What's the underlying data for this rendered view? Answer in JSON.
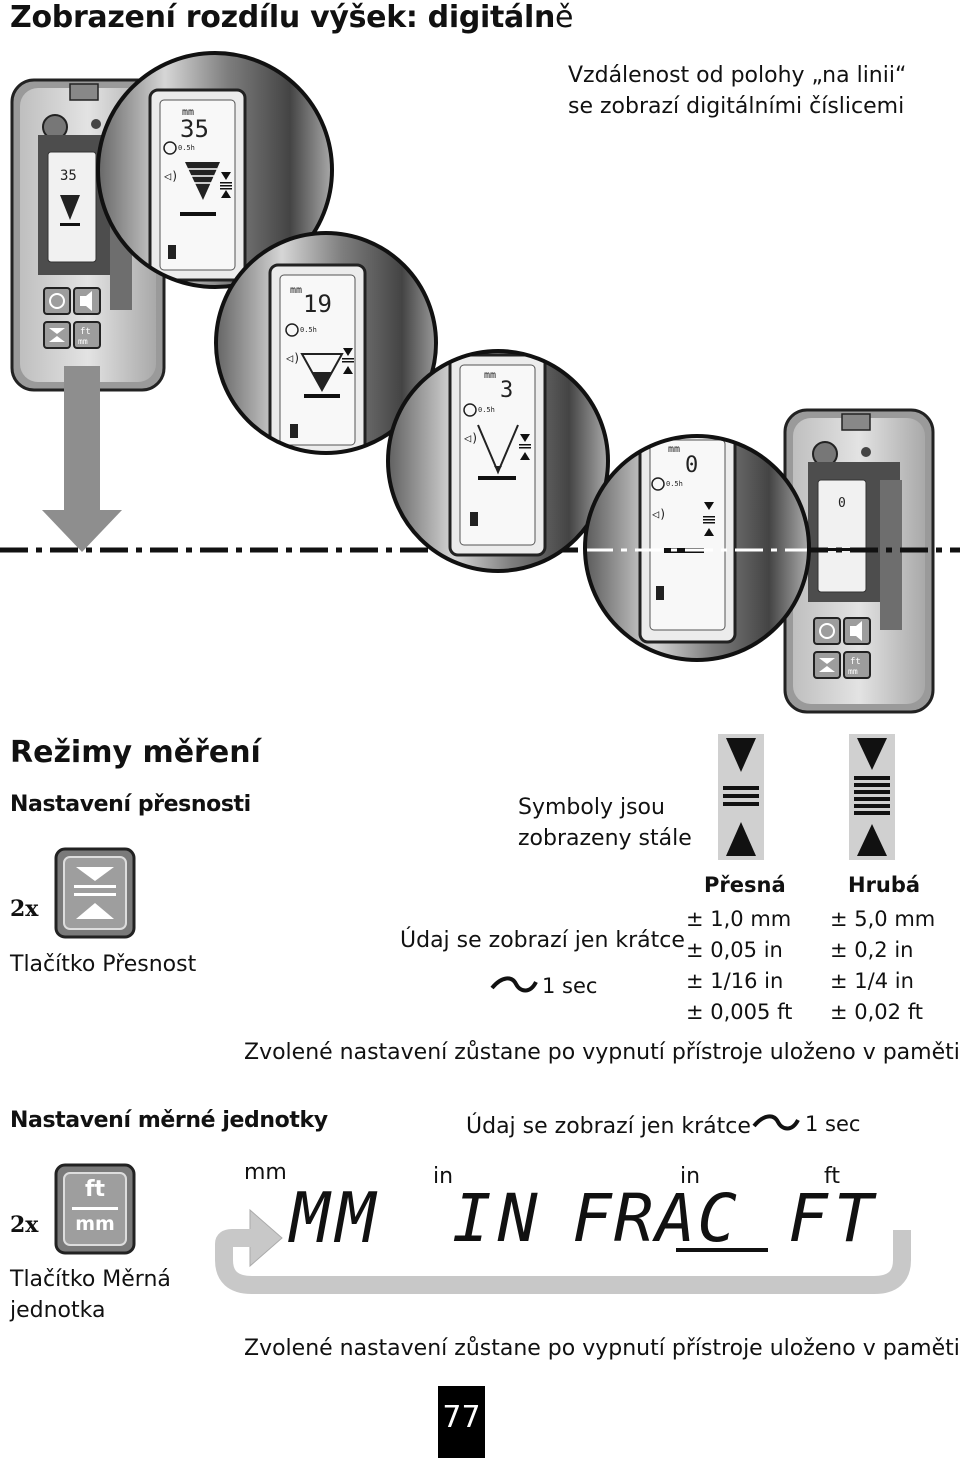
{
  "title": {
    "bold": "Zobrazení rozdílu výšek: digitáln",
    "light": "ě"
  },
  "distance_note": {
    "line1": "Vzdálenost od polohy „na linii“",
    "line2": "se zobrazí digitálními číslicemi"
  },
  "lcd_readings": {
    "r1": "35",
    "r2": "19",
    "r3": "3",
    "r4": "0",
    "unit": "mm",
    "timer": "0.5h"
  },
  "section_modes": "Režimy měření",
  "precision": {
    "heading": "Nastavení přesnosti",
    "press_count": "2x",
    "button_label": "Tlačítko Přesnost",
    "symbols_note_line1": "Symboly jsou",
    "symbols_note_line2": "zobrazeny stále",
    "brief_display": "Údaj se zobrazí jen krátce",
    "duration": "1 sec",
    "fine": {
      "label": "Přesná",
      "values": [
        "± 1,0 mm",
        "± 0,05 in",
        "± 1/16 in",
        "± 0,005 ft"
      ]
    },
    "coarse": {
      "label": "Hrubá",
      "values": [
        "± 5,0 mm",
        "± 0,2 in",
        "± 1/4 in",
        "± 0,02 ft"
      ]
    },
    "memory_note": "Zvolené nastavení zůstane po vypnutí přístroje uloženo v paměti."
  },
  "unit": {
    "heading": "Nastavení měrné jednotky",
    "press_count": "2x",
    "button_label_line1": "Tlačítko Měrná",
    "button_label_line2": "jednotka",
    "button_top": "ft",
    "button_bottom": "mm",
    "brief_display": "Údaj se zobrazí jen krátce",
    "duration": "1 sec",
    "units": [
      {
        "small": "mm",
        "lcd": "MM"
      },
      {
        "small": "in",
        "lcd": "IN"
      },
      {
        "small": "in",
        "lcd": "FRAC"
      },
      {
        "small": "ft",
        "lcd": "FT"
      }
    ],
    "memory_note": "Zvolené nastavení zůstane po vypnutí přístroje uloženo v paměti."
  },
  "page_number": "77"
}
